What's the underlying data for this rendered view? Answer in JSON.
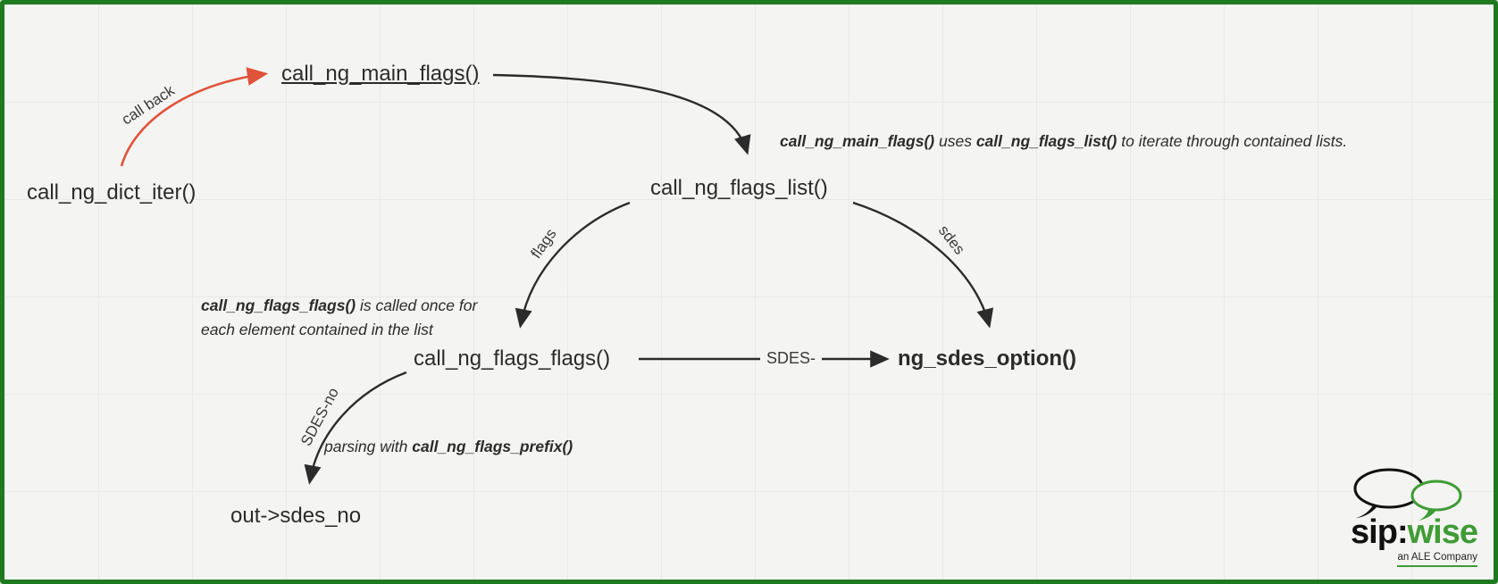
{
  "nodes": {
    "dict_iter": "call_ng_dict_iter()",
    "main_flags": "call_ng_main_flags()",
    "flags_list": "call_ng_flags_list()",
    "flags_flags": "call_ng_flags_flags()",
    "sdes_option": "ng_sdes_option()",
    "out_sdes_no": "out->sdes_no"
  },
  "edges": {
    "call_back_label": "call back",
    "flags_label": "flags",
    "sdes_label": "sdes",
    "sdes_dash_label": "SDES-",
    "sdes_no_label": "SDES-no"
  },
  "annotations": {
    "flags_list_note": [
      {
        "t": "call_ng_main_flags()",
        "b": true
      },
      {
        "t": " uses ",
        "b": false
      },
      {
        "t": "call_ng_flags_list()",
        "b": true
      },
      {
        "t": " to iterate through contained lists.",
        "b": false
      }
    ],
    "flags_flags_note": [
      {
        "t": "call_ng_flags_flags()",
        "b": true
      },
      {
        "t": " is called once for each element contained in the list",
        "b": false
      }
    ],
    "prefix_note": [
      {
        "t": "parsing with ",
        "b": false
      },
      {
        "t": "call_ng_flags_prefix()",
        "b": true
      }
    ]
  },
  "colors": {
    "border_green": "#1e7a1e",
    "arrow_red": "#e0523a",
    "arrow_black": "#2b2b2b",
    "logo_green": "#3f9c35"
  },
  "logo": {
    "brand_black": "sip:",
    "brand_green": "wise",
    "tagline": "an ALE Company"
  }
}
